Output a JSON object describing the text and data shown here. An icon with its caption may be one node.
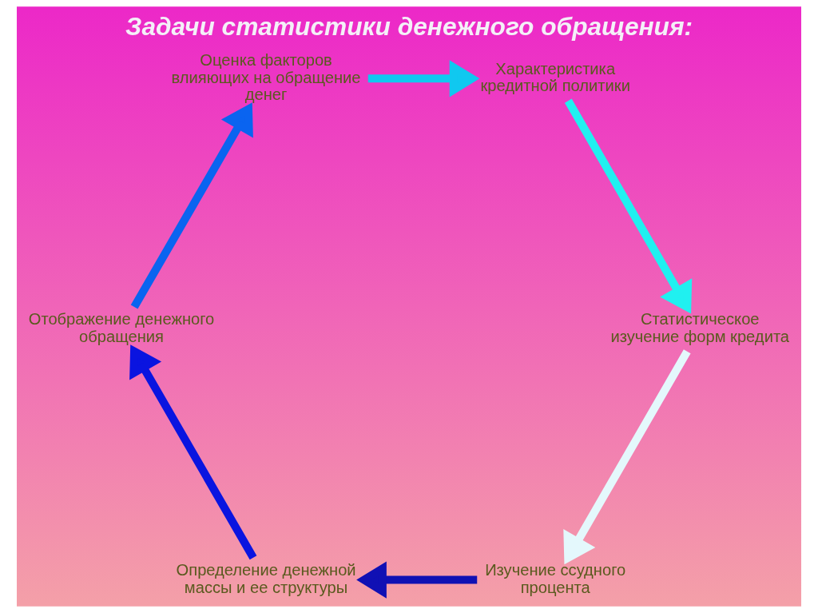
{
  "diagram": {
    "title": "Задачи статистики денежного обращения:",
    "nodes": [
      {
        "text": [
          "Изучение ссудного процента"
        ]
      },
      {
        "text": [
          "Определение денежной массы и ее структуры"
        ]
      },
      {
        "text": [
          "Отображение денежного обращения"
        ]
      },
      {
        "text": [
          "Оценка факторов влияющих на обращение денег"
        ]
      },
      {
        "text": [
          "Характеристика кредитной политики"
        ]
      },
      {
        "text": [
          "Статистическое изучение форм кредита"
        ]
      }
    ],
    "edges": [
      {
        "from": 0,
        "to": 1,
        "arrow": "to",
        "color": "#1010b4"
      },
      {
        "from": 1,
        "to": 2,
        "arrow": "to",
        "color": "#0a14e0"
      },
      {
        "from": 2,
        "to": 3,
        "arrow": "to",
        "color": "#0a64f0"
      },
      {
        "from": 3,
        "to": 4,
        "arrow": "to",
        "color": "#10c8f0"
      },
      {
        "from": 4,
        "to": 5,
        "arrow": "to",
        "color": "#20f0f0"
      },
      {
        "from": 5,
        "to": 0,
        "arrow": "to",
        "color": "#e4f8fc"
      }
    ]
  }
}
